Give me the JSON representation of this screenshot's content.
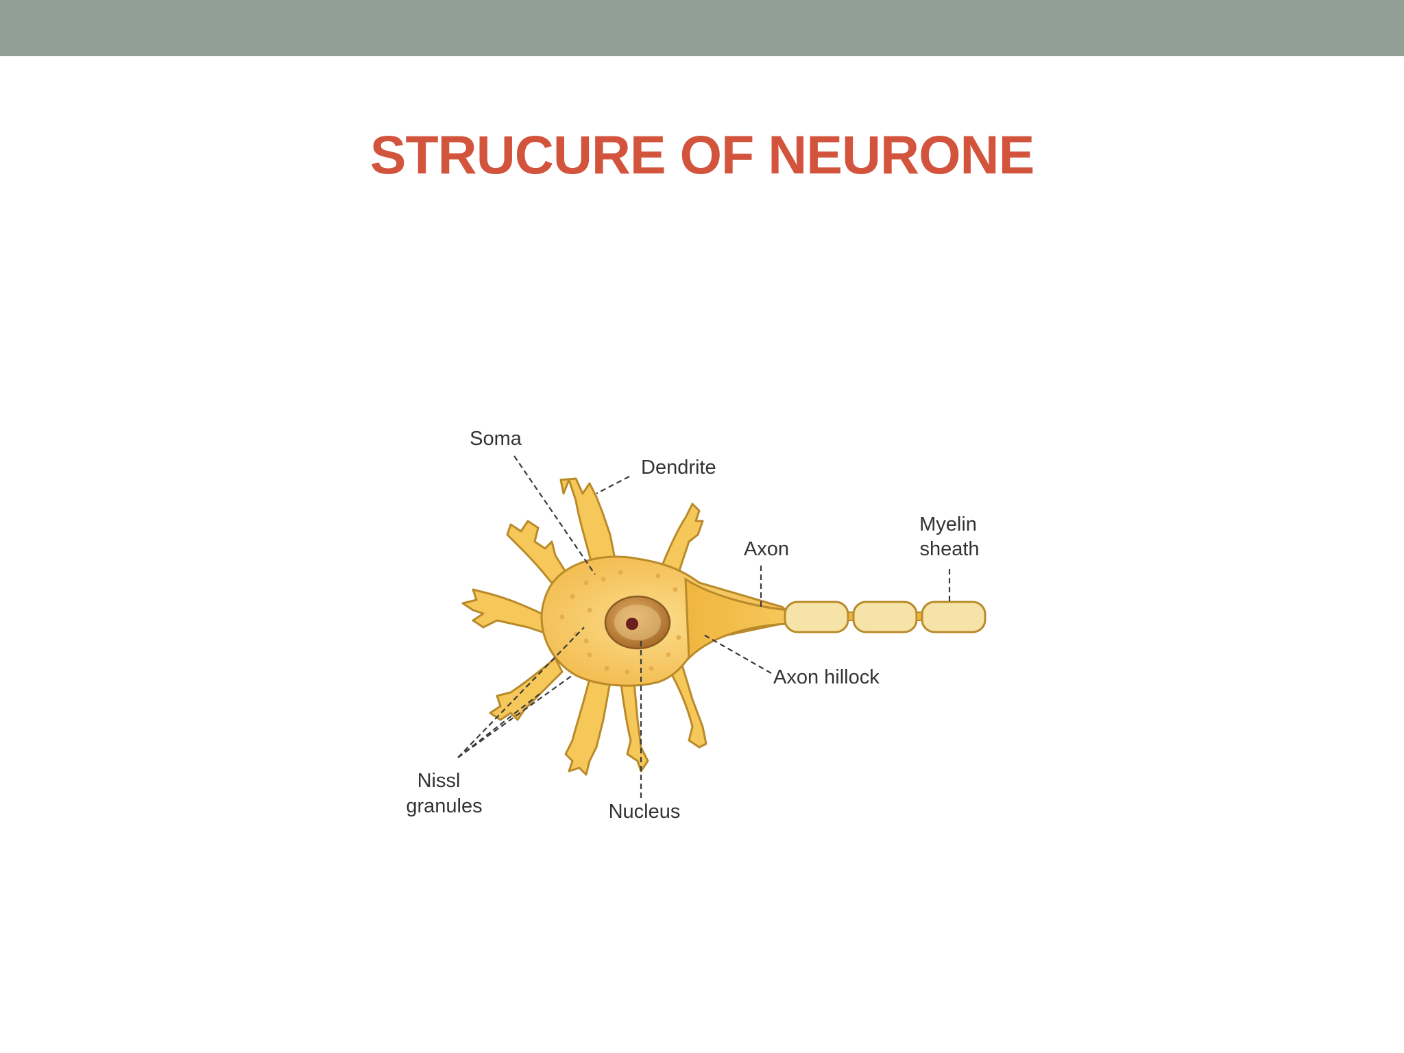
{
  "header": {
    "band_color": "#929f96"
  },
  "slide": {
    "title": "STRUCURE OF NEURONE",
    "title_color": "#d3543d"
  },
  "diagram": {
    "labels": {
      "soma": "Soma",
      "dendrite": "Dendrite",
      "axon": "Axon",
      "myelin_line1": "Myelin",
      "myelin_line2": "sheath",
      "axon_hillock": "Axon hillock",
      "nissl_line1": "Nissl",
      "nissl_line2": "granules",
      "nucleus": "Nucleus"
    },
    "colors": {
      "cell_body": "#f6c85a",
      "cell_outline": "#b98a2a",
      "nucleus": "#c98a3a",
      "nucleolus": "#6b1e1e",
      "myelin": "#f5e3a8"
    }
  }
}
